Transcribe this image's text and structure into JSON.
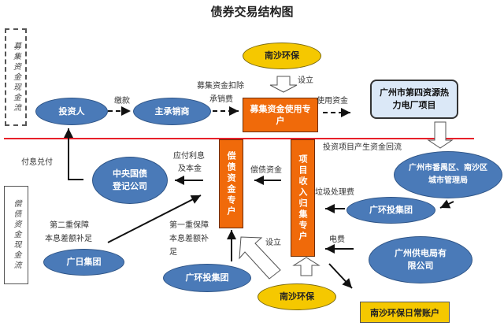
{
  "title": "债券交易结构图",
  "side_labels": {
    "raising": "募集资金现金流",
    "repaying": "偿债资金现金流"
  },
  "nodes": {
    "investor": "投资人",
    "underwriter": "主承销商",
    "nansha_top": "南沙环保",
    "raise_account": "募集资金使用专户",
    "project": "广州市第四资源热力电厂项目",
    "ccdc": "中央国债登记公司",
    "debt_account": "偿债资金专户",
    "income_account": "项目收入归集专户",
    "district_bureau": "广州市番禺区、南沙区城市管理局",
    "gz_env_right": "广环投集团",
    "guangri": "广日集团",
    "gz_env_bottom": "广环投集团",
    "power_bureau": "广州供电局有限公司",
    "nansha_bottom": "南沙环保",
    "daily_account": "南沙环保日常账户"
  },
  "edge_labels": {
    "payment": "缴款",
    "raise_minus_fee_1": "募集资金扣除",
    "raise_minus_fee_2": "承销费",
    "setup_top": "设立",
    "use_funds": "使用资金",
    "pay_interest": "付息兑付",
    "interest_principal_1": "应付利息",
    "interest_principal_2": "及本金",
    "repay_funds": "偿债资金",
    "project_return": "投资项目产生资金回流",
    "garbage_fee": "垃圾处理费",
    "second_guarantee_1": "第二重保障",
    "second_guarantee_2": "本息差额补足",
    "first_guarantee_1": "第一重保障",
    "first_guarantee_2": "本息差额补",
    "first_guarantee_3": "足",
    "setup_bottom": "设立",
    "electricity_fee": "电费"
  },
  "colors": {
    "blue": "#4a7ab8",
    "orange": "#f06a0a",
    "yellow": "#f5c800",
    "project_box": "#dbe8f7",
    "divider": "#e8202a"
  }
}
